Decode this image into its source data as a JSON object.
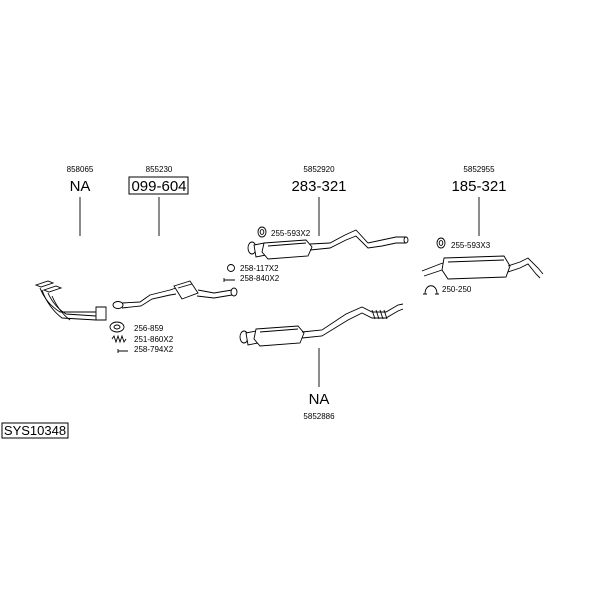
{
  "system_code": "SYS10348",
  "assemblies": [
    {
      "id": "a1",
      "ref": "858065",
      "part": "NA",
      "boxed": false
    },
    {
      "id": "a2",
      "ref": "855230",
      "part": "099-604",
      "boxed": true
    },
    {
      "id": "a3",
      "ref": "5852920",
      "part": "283-321",
      "boxed": false
    },
    {
      "id": "a4",
      "ref": "5852955",
      "part": "185-321",
      "boxed": false
    },
    {
      "id": "a5",
      "ref": "5852886",
      "part": "NA",
      "boxed": false
    }
  ],
  "accessories": [
    {
      "id": "c1",
      "label": "255-593X2",
      "icon": "gasket-ring-icon"
    },
    {
      "id": "c2",
      "label": "258-117X2",
      "icon": "clamp-ring-icon"
    },
    {
      "id": "c3",
      "label": "258-840X2",
      "icon": "bolt-icon"
    },
    {
      "id": "c4",
      "label": "256-859",
      "icon": "flange-gasket-icon"
    },
    {
      "id": "c5",
      "label": "251-860X2",
      "icon": "spring-icon"
    },
    {
      "id": "c6",
      "label": "258-794X2",
      "icon": "bolt-icon"
    },
    {
      "id": "c7",
      "label": "255-593X3",
      "icon": "gasket-ring-icon"
    },
    {
      "id": "c8",
      "label": "250-250",
      "icon": "pipe-clamp-icon"
    }
  ]
}
